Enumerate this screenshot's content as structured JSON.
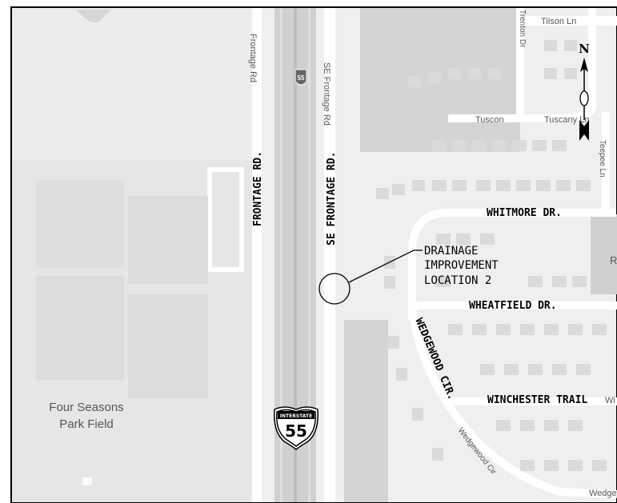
{
  "map": {
    "cad_labels": {
      "frontage_rd": "FRONTAGE RD.",
      "se_frontage_rd": "SE FRONTAGE RD.",
      "whitmore_dr": "WHITMORE DR.",
      "wheatfield_dr": "WHEATFIELD DR.",
      "wedgewood_cir": "WEDGEWOOD CIR.",
      "winchester_trail": "WINCHESTER TRAIL"
    },
    "callout": {
      "line1": "DRAINAGE",
      "line2": "IMPROVEMENT",
      "line3": "LOCATION 2"
    },
    "base_labels": {
      "frontage_rd": "Frontage Rd",
      "se_frontage_rd": "SE Frontage Rd",
      "tilson_ln": "Tilson Ln",
      "tenton_dr": "Trenton Dr",
      "tuscon": "Tuscon",
      "tuscany_ln": "Tuscany Ln",
      "teepee_ln": "Teepee Ln",
      "wedgewood_cir": "Wedgewood Cir",
      "wedgew": "Wedgew",
      "wi_partial": "Wi",
      "r_partial": "R",
      "park_line1": "Four Seasons",
      "park_line2": "Park Field"
    },
    "shield": {
      "top_text": "INTERSTATE",
      "number": "55",
      "small_number": "55"
    },
    "north_arrow": {
      "label": "N"
    },
    "colors": {
      "park": "#e5e5e5",
      "ground": "#efefef",
      "road": "#ffffff",
      "highway": "#d2d2d2",
      "building": "#dcdcdc",
      "dark_block": "#c8c8c8"
    }
  }
}
